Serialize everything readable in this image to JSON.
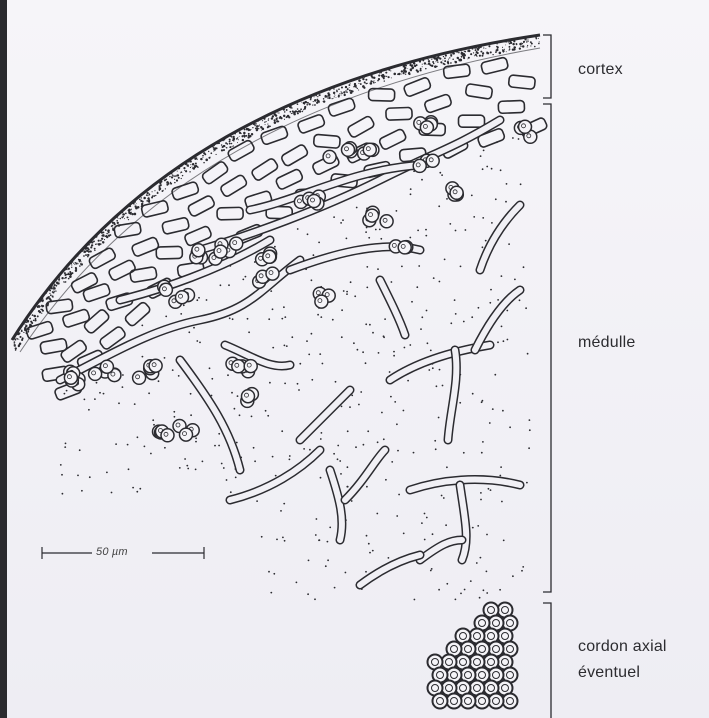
{
  "labels": {
    "cortex": "cortex",
    "medulle": "médulle",
    "cordon_line1": "cordon axial",
    "cordon_line2": "éventuel"
  },
  "scale_bar": {
    "label": "50 µm"
  },
  "colors": {
    "ink": "#2b2b30",
    "paper": "#f3f2f7",
    "frame": "#2a2a2e"
  }
}
